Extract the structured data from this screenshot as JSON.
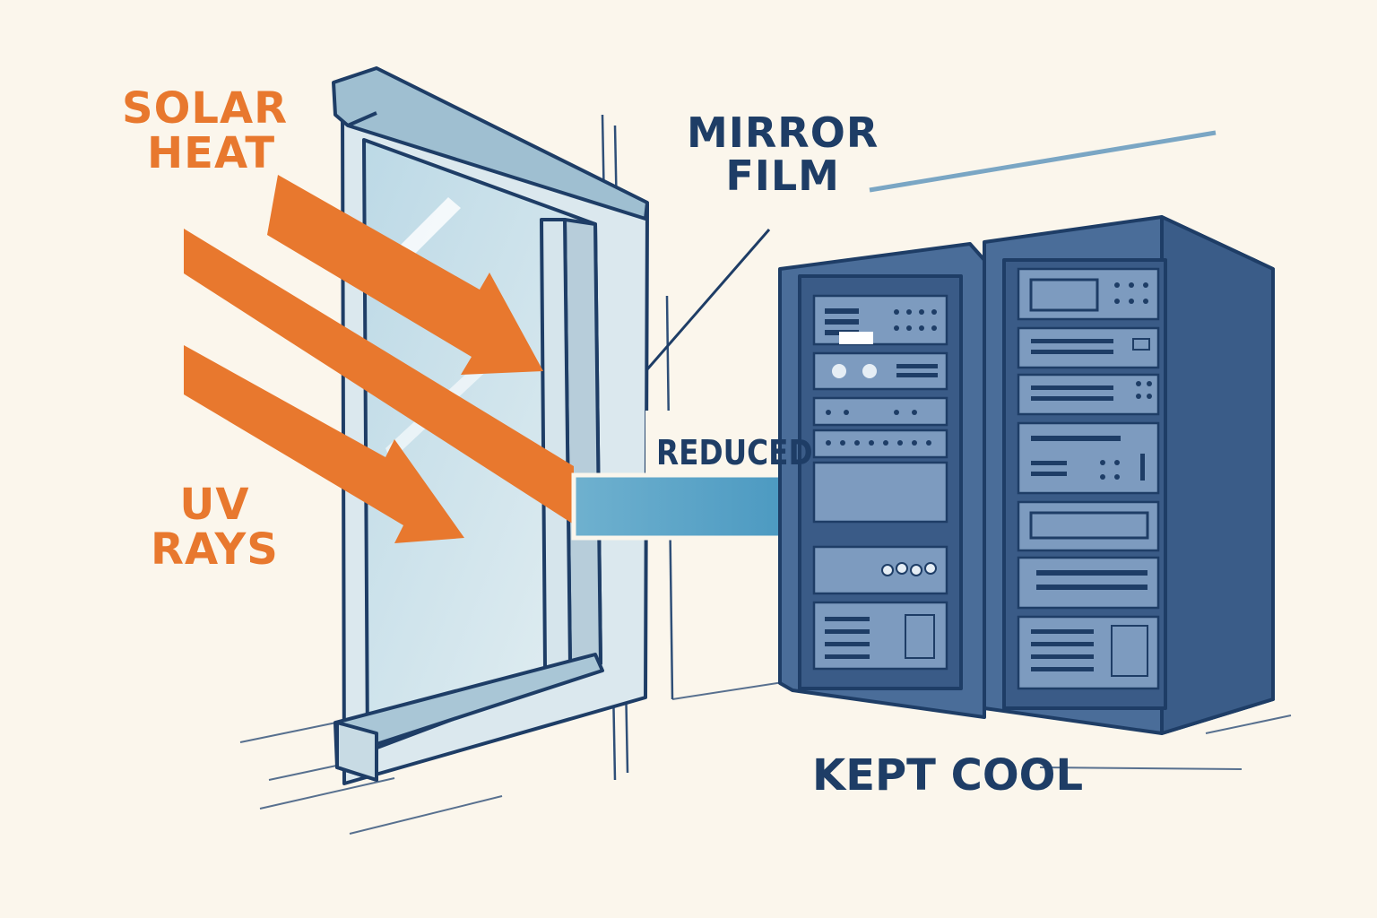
{
  "labels": {
    "solar_heat": [
      "SOLAR",
      "HEAT"
    ],
    "uv_rays": [
      "UV",
      "RAYS"
    ],
    "mirror_film": [
      "MIRROR",
      "FILM"
    ],
    "reduced": "REDUCED",
    "kept_cool": "KEPT COOL"
  },
  "colors": {
    "background": "#fbf6ec",
    "heat_orange": "#e8782e",
    "navy": "#1e3d66",
    "rack_blue": "#4a6d99",
    "glass": "#cfe3ec",
    "reduced_arrow": "#3d8db8"
  },
  "icons": [
    "window",
    "server-rack",
    "heat-arrow",
    "reduced-arrow"
  ]
}
